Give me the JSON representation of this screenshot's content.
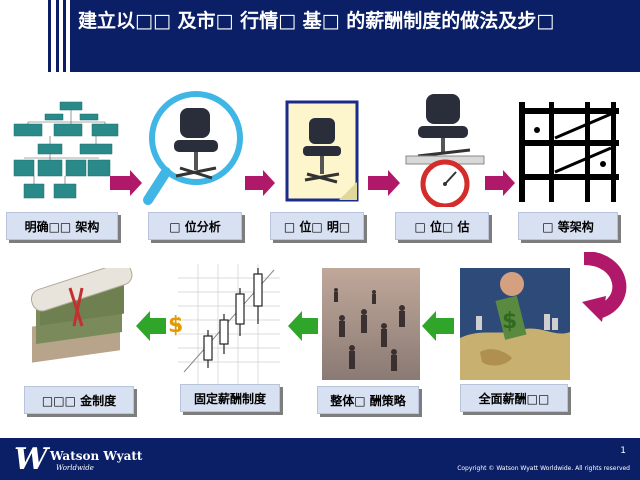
{
  "header": {
    "title": "建立以□□ 及市□ 行情□ 基□ 的薪酬制度的做法及步□"
  },
  "steps_top": [
    {
      "label": "明确□□ 架构"
    },
    {
      "label": "□ 位分析"
    },
    {
      "label": "□ 位□ 明□"
    },
    {
      "label": "□ 位□ 估"
    },
    {
      "label": "□ 等架构"
    }
  ],
  "steps_bottom": [
    {
      "label": "□□□ 金制度"
    },
    {
      "label": "固定薪酬制度"
    },
    {
      "label": "整体□ 酬策略"
    },
    {
      "label": "全面薪酬□□"
    }
  ],
  "footer": {
    "logo_mark": "W",
    "company": "Watson Wyatt",
    "company_sub": "Worldwide",
    "page_number": "1",
    "copyright": "Copyright © Watson Wyatt Worldwide. All rights reserved"
  },
  "colors": {
    "navy": "#0b1f66",
    "box": "#d8e1f2",
    "pink_arrow": "#b0186a",
    "green_arrow": "#2fa52a"
  }
}
